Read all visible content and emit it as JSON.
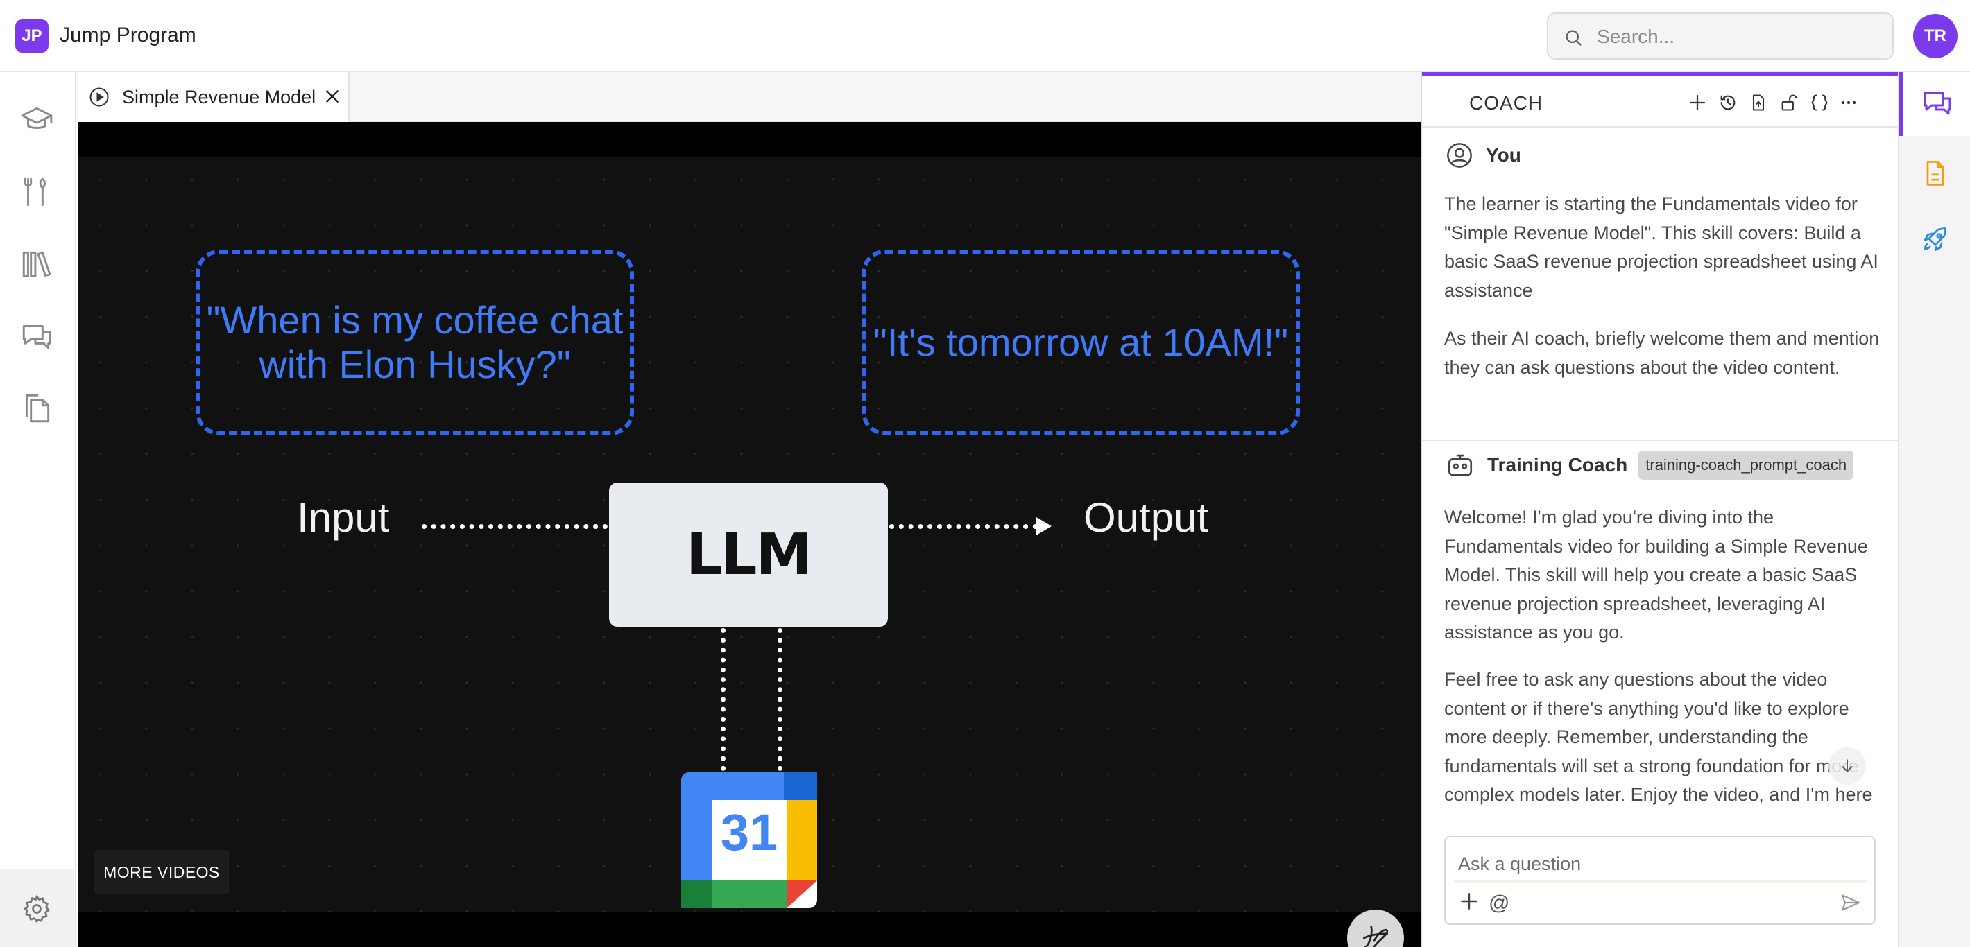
{
  "app": {
    "logo_initials": "JP",
    "title": "Jump Program"
  },
  "search": {
    "placeholder": "Search..."
  },
  "user": {
    "initials": "TR"
  },
  "colors": {
    "brand": "#7c3aed",
    "quote_blue": "#2f66f0",
    "orange_icon": "#f59e0b",
    "rocket_blue": "#2e8bd8"
  },
  "left_nav": [
    {
      "icon": "graduation-cap-icon"
    },
    {
      "icon": "tools-icon"
    },
    {
      "icon": "library-icon"
    },
    {
      "icon": "chat-icon"
    },
    {
      "icon": "documents-icon"
    }
  ],
  "settings": {
    "icon": "gear-icon"
  },
  "tab": {
    "label": "Simple Revenue Model"
  },
  "video": {
    "input_quote": "\"When is my coffee chat with Elon Husky?\"",
    "output_quote": "\"It's tomorrow at 10AM!\"",
    "input_label": "Input",
    "output_label": "Output",
    "model_label": "LLM",
    "calendar_day": "31",
    "more_videos": "MORE VIDEOS"
  },
  "coach": {
    "title": "COACH",
    "header_icons": [
      "plus-icon",
      "history-icon",
      "export-icon",
      "unlock-icon",
      "braces-icon",
      "more-icon"
    ],
    "messages": [
      {
        "sender": "You",
        "paragraphs": [
          "The learner is starting the Fundamentals video for \"Simple Revenue Model\". This skill covers: Build a basic SaaS revenue projection spreadsheet using AI assistance",
          "As their AI coach, briefly welcome them and mention they can ask questions about the video content."
        ]
      },
      {
        "sender": "Training Coach",
        "tag": "training-coach_prompt_coach",
        "paragraphs": [
          "Welcome! I'm glad you're diving into the Fundamentals video for building a Simple Revenue Model. This skill will help you create a basic SaaS revenue projection spreadsheet, leveraging AI assistance as you go.",
          "Feel free to ask any questions about the video content or if there's anything you'd like to explore more deeply. Remember, understanding the fundamentals will set a strong foundation for more complex models later. Enjoy the video, and I'm here"
        ]
      }
    ],
    "composer": {
      "placeholder": "Ask a question",
      "mention_symbol": "@"
    }
  },
  "right_rail": [
    {
      "icon": "chat-bubbles-icon",
      "active": true
    },
    {
      "icon": "document-icon",
      "active": false
    },
    {
      "icon": "rocket-icon",
      "active": false
    }
  ]
}
